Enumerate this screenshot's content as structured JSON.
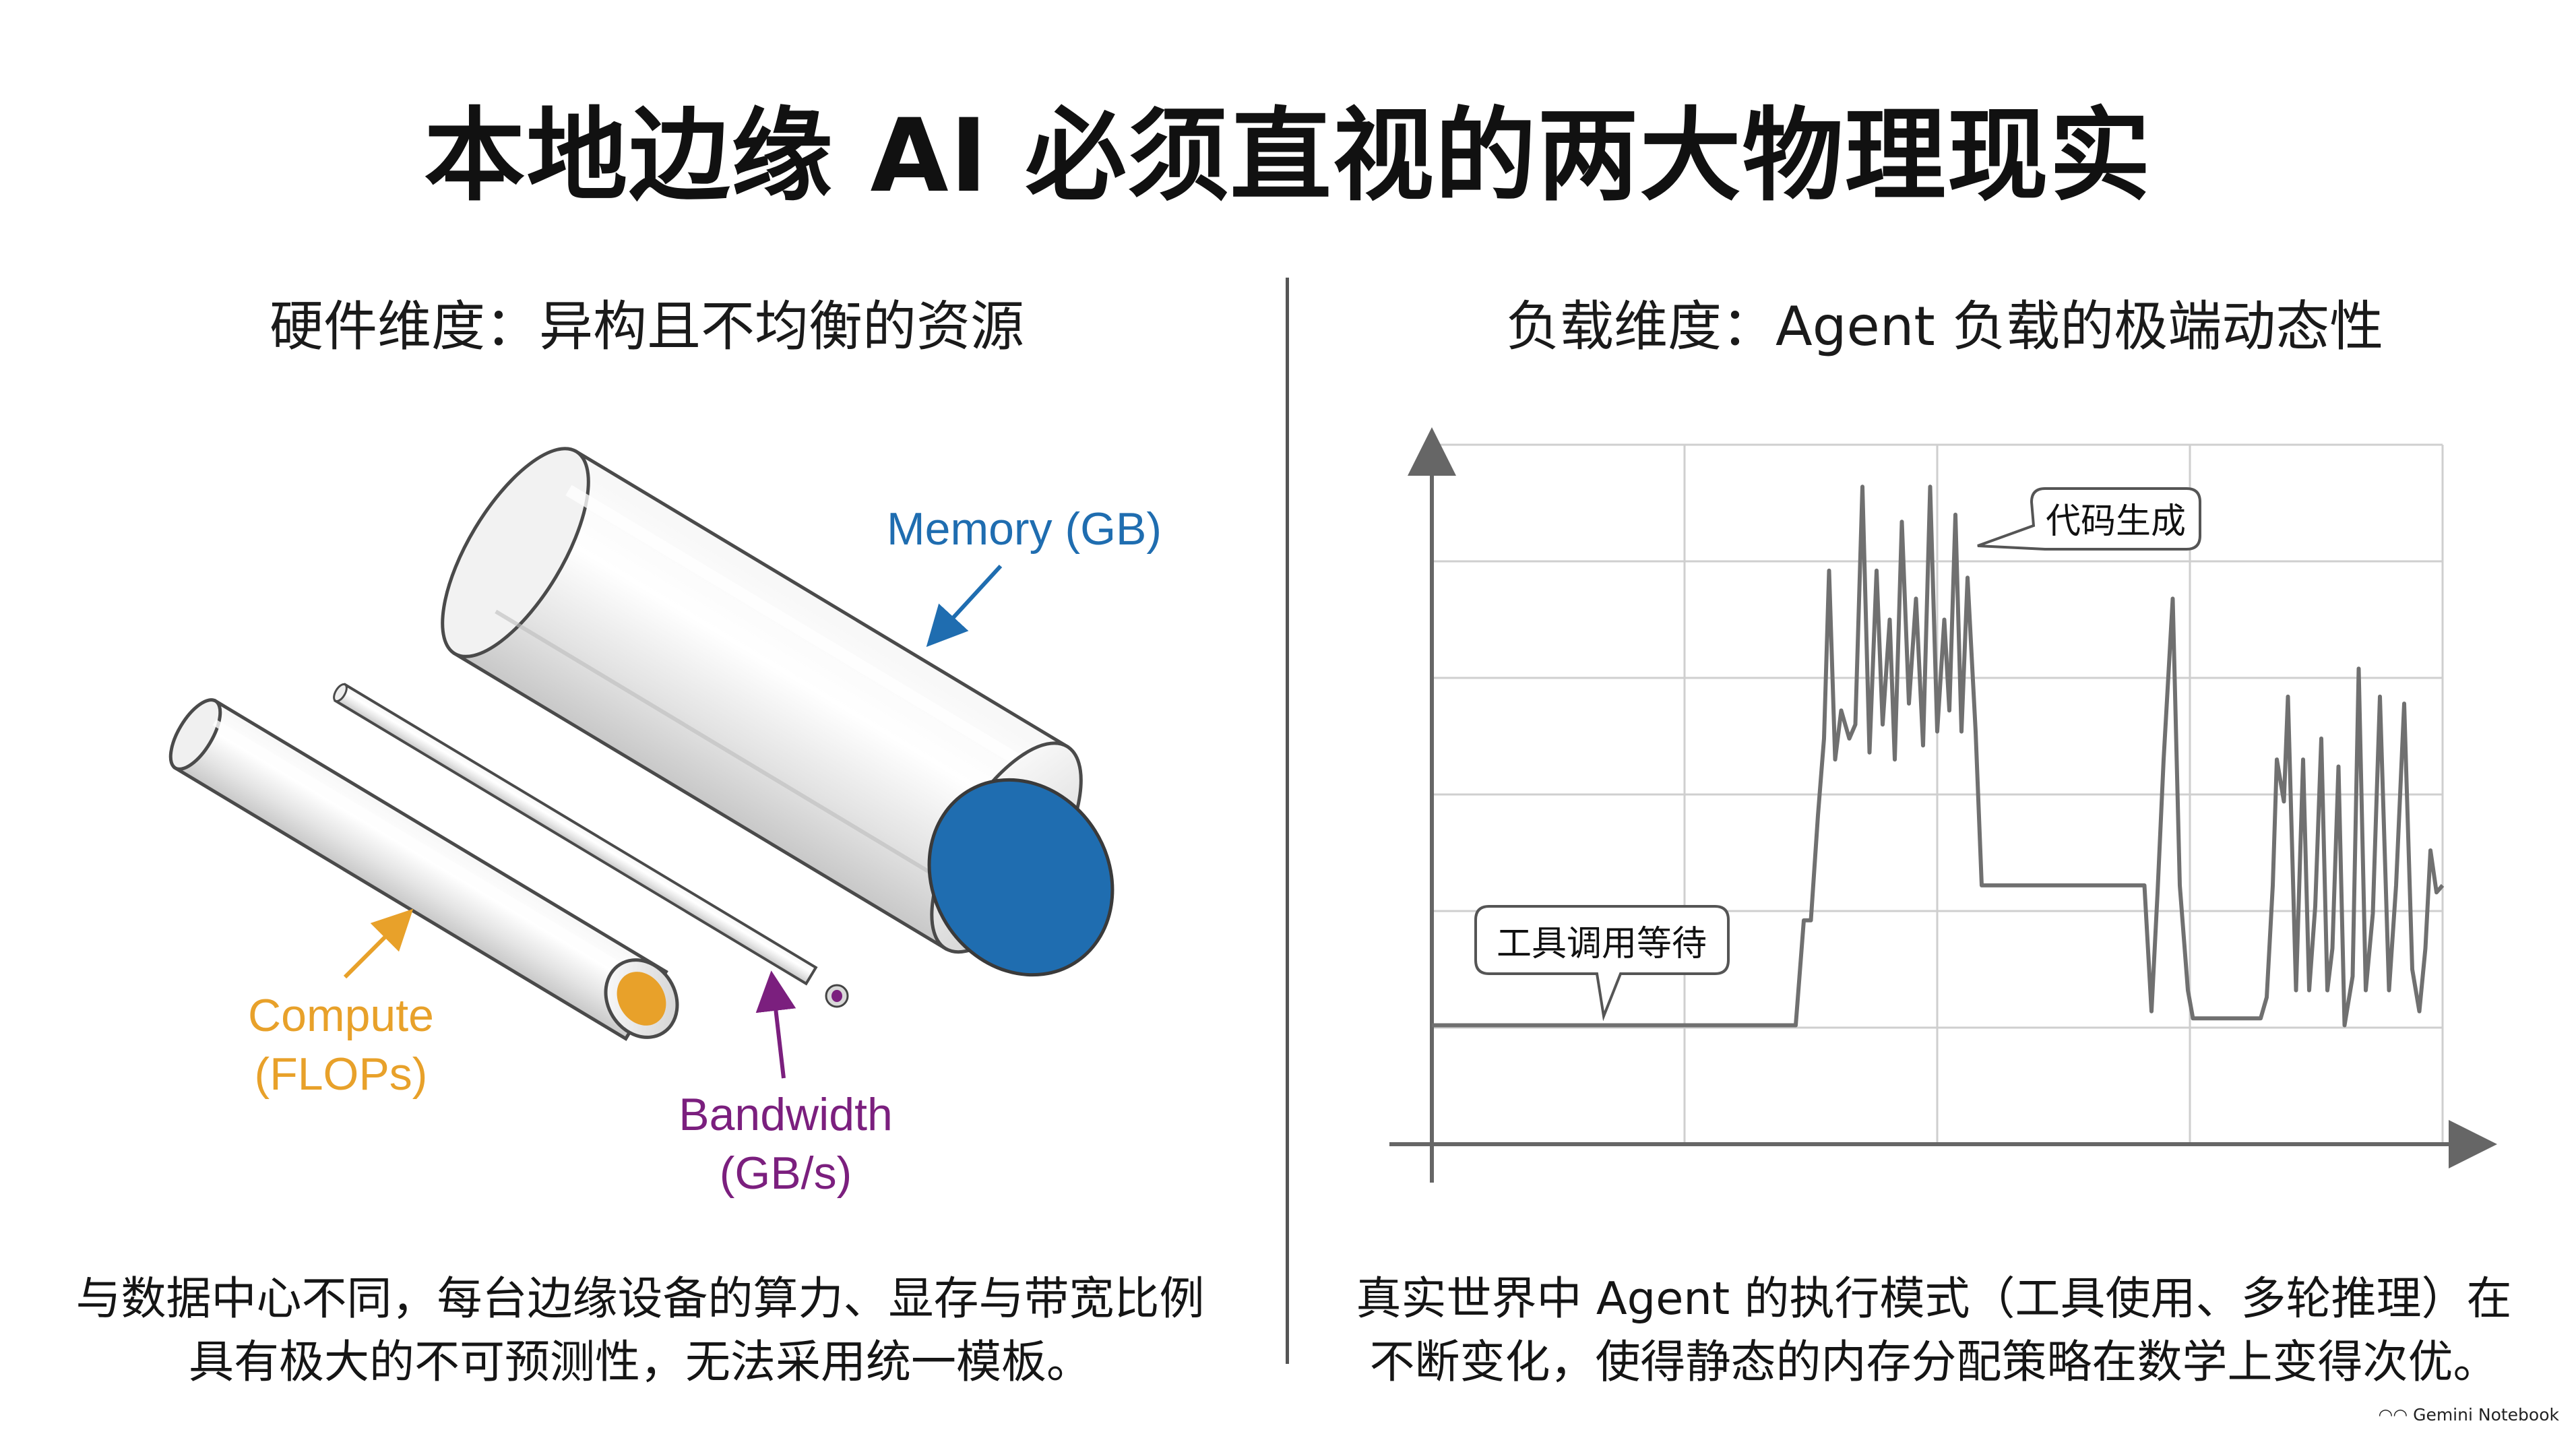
{
  "title": "本地边缘 AI 必须直视的两大物理现实",
  "left_panel": {
    "heading": "硬件维度：异构且不均衡的资源",
    "labels": {
      "memory": "Memory (GB)",
      "compute_line1": "Compute",
      "compute_line2": "(FLOPs)",
      "bandwidth_line1": "Bandwidth",
      "bandwidth_line2": "(GB/s)"
    },
    "caption_line1": "与数据中心不同，每台边缘设备的算力、显存与带宽比例",
    "caption_line2": "具有极大的不可预测性，无法采用统一模板。",
    "colors": {
      "memory": "#1f6db0",
      "compute": "#e8a12a",
      "bandwidth": "#7b1f7e"
    }
  },
  "right_panel": {
    "heading": "负载维度：Agent 负载的极端动态性",
    "callout_tool_wait": "工具调用等待",
    "callout_code_gen": "代码生成",
    "caption_line1": "真实世界中 Agent 的执行模式（工具使用、多轮推理）在",
    "caption_line2": "不断变化，使得静态的内存分配策略在数学上变得次优。"
  },
  "chart_data": {
    "type": "line",
    "title": "",
    "xlabel": "",
    "ylabel": "",
    "grid": true,
    "xlim": [
      0,
      100
    ],
    "ylim": [
      0,
      100
    ],
    "series": [
      {
        "values": [
          [
            0,
            17
          ],
          [
            36,
            17
          ],
          [
            36.8,
            32
          ],
          [
            37.5,
            32
          ],
          [
            38.2,
            47
          ],
          [
            38.8,
            58
          ],
          [
            39.3,
            82
          ],
          [
            39.9,
            55
          ],
          [
            40.5,
            62
          ],
          [
            41.3,
            58
          ],
          [
            41.9,
            60
          ],
          [
            42.6,
            94
          ],
          [
            43.3,
            56
          ],
          [
            44.0,
            82
          ],
          [
            44.6,
            60
          ],
          [
            45.3,
            75
          ],
          [
            45.8,
            55
          ],
          [
            46.5,
            89
          ],
          [
            47.2,
            63
          ],
          [
            47.9,
            78
          ],
          [
            48.6,
            57
          ],
          [
            49.3,
            94
          ],
          [
            50.0,
            59
          ],
          [
            50.7,
            75
          ],
          [
            51.2,
            62
          ],
          [
            51.8,
            90
          ],
          [
            52.4,
            59
          ],
          [
            53.0,
            81
          ],
          [
            53.8,
            59
          ],
          [
            54.4,
            37
          ],
          [
            59.8,
            37
          ],
          [
            70.5,
            37
          ],
          [
            71.2,
            19
          ],
          [
            71.8,
            36
          ],
          [
            72.4,
            55
          ],
          [
            73.3,
            78
          ],
          [
            74.0,
            37
          ],
          [
            74.8,
            22
          ],
          [
            75.3,
            18
          ],
          [
            82.0,
            18
          ],
          [
            82.6,
            21
          ],
          [
            83.2,
            37
          ],
          [
            83.6,
            55
          ],
          [
            84.3,
            49
          ],
          [
            84.7,
            64
          ],
          [
            85.5,
            22
          ],
          [
            86.2,
            55
          ],
          [
            86.8,
            22
          ],
          [
            87.4,
            34
          ],
          [
            88.0,
            58
          ],
          [
            88.6,
            22
          ],
          [
            89.1,
            28
          ],
          [
            89.7,
            54
          ],
          [
            90.3,
            17
          ],
          [
            91.1,
            24
          ],
          [
            91.7,
            68
          ],
          [
            92.4,
            22
          ],
          [
            93.1,
            33
          ],
          [
            93.8,
            64
          ],
          [
            94.7,
            22
          ],
          [
            95.4,
            37
          ],
          [
            96.2,
            63
          ],
          [
            97.0,
            25
          ],
          [
            97.7,
            19
          ],
          [
            98.3,
            28
          ],
          [
            98.8,
            42
          ],
          [
            99.4,
            36
          ],
          [
            100,
            37
          ]
        ]
      }
    ]
  },
  "watermark": "Gemini Notebook"
}
